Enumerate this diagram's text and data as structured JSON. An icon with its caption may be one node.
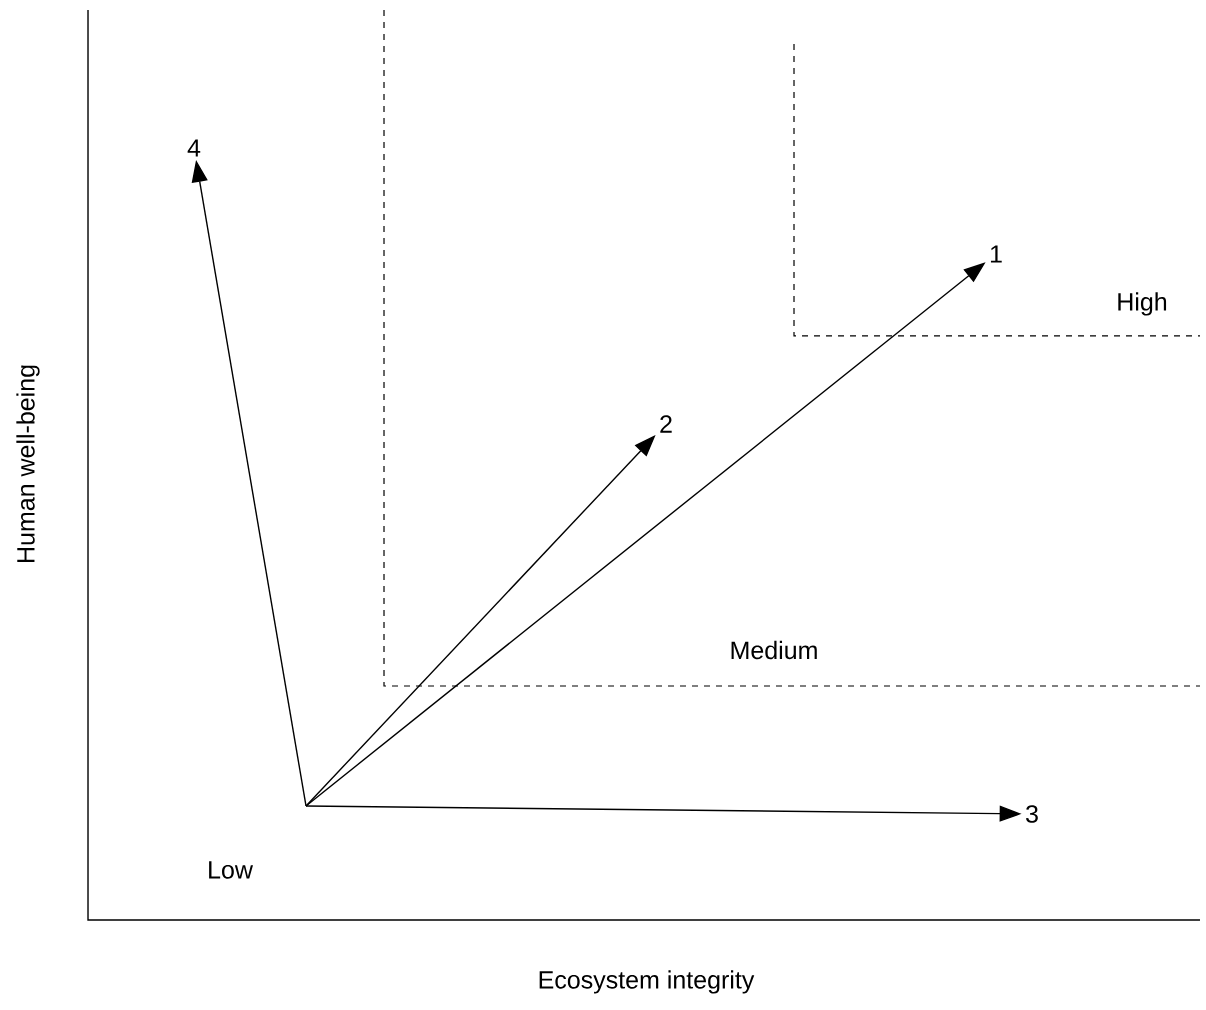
{
  "diagram": {
    "nodes": [
      {
        "text": [
          "1"
        ]
      },
      {
        "text": [
          "2"
        ]
      },
      {
        "text": [
          "3"
        ]
      },
      {
        "text": [
          "4"
        ]
      }
    ],
    "edges": [
      {
        "from": null,
        "to": 0,
        "arrow": "to"
      },
      {
        "from": null,
        "to": 1,
        "arrow": "to"
      },
      {
        "from": null,
        "to": 2,
        "arrow": "to"
      },
      {
        "from": null,
        "to": 3,
        "arrow": "to"
      }
    ],
    "labels": [
      "High",
      "Human well-being",
      "Medium",
      "Low",
      "Ecosystem integrity"
    ]
  }
}
